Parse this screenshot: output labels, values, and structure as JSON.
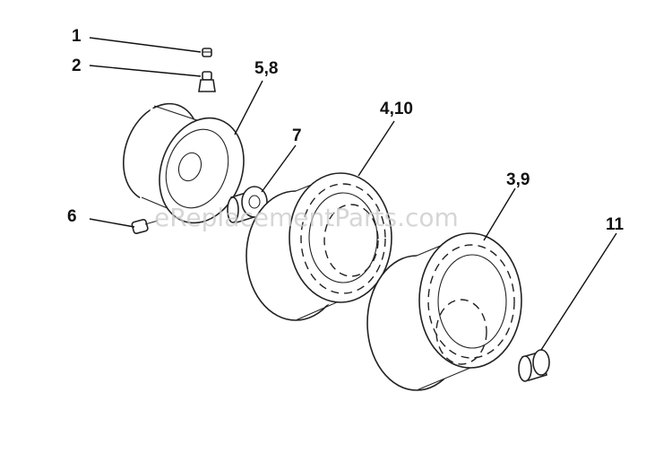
{
  "diagram": {
    "callouts": [
      {
        "id": "valve-cap",
        "label": "1"
      },
      {
        "id": "valve-stem",
        "label": "2"
      },
      {
        "id": "rim",
        "label": "5,8"
      },
      {
        "id": "bushing",
        "label": "7"
      },
      {
        "id": "bolt",
        "label": "6"
      },
      {
        "id": "tire-front",
        "label": "4,10"
      },
      {
        "id": "tire-rear",
        "label": "3,9"
      },
      {
        "id": "hub-cap",
        "label": "11"
      }
    ],
    "watermark": "eReplacementParts.com"
  }
}
